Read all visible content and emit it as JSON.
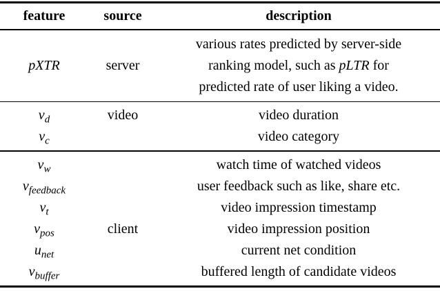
{
  "colors": {
    "background": "#ffffff",
    "text": "#000000",
    "rule": "#000000"
  },
  "header": {
    "feature": "feature",
    "source": "source",
    "description": "description"
  },
  "group_server": {
    "feature": "pXTR",
    "source": "server",
    "desc_line1": "various rates predicted by server-side",
    "desc_line2_pre": "ranking model, such as ",
    "desc_line2_italic": "pLTR",
    "desc_line2_post": " for",
    "desc_line3": "predicted rate of user liking a video."
  },
  "group_video": {
    "source": "video",
    "rows": [
      {
        "f_main": "v",
        "f_sub": "d",
        "desc": "video duration"
      },
      {
        "f_main": "v",
        "f_sub": "c",
        "desc": "video category"
      }
    ]
  },
  "group_client": {
    "source": "client",
    "rows": [
      {
        "f_main": "v",
        "f_sub": "w",
        "desc": "watch time of watched videos"
      },
      {
        "f_main": "v",
        "f_sub": "feedback",
        "desc": "user feedback such as like, share etc."
      },
      {
        "f_main": "v",
        "f_sub": "t",
        "desc": "video impression timestamp"
      },
      {
        "f_main": "v",
        "f_sub": "pos",
        "desc": "video impression position"
      },
      {
        "f_main": "u",
        "f_sub": "net",
        "desc": "current net condition"
      },
      {
        "f_main": "v",
        "f_sub": "buffer",
        "desc": "buffered length of candidate videos"
      }
    ]
  }
}
